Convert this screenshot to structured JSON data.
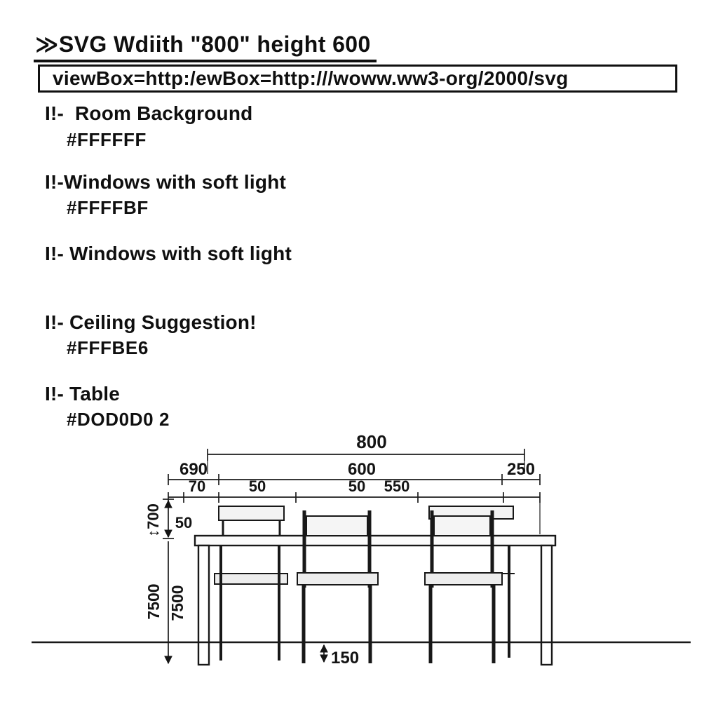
{
  "header": {
    "title": "≫SVG Wdiith \"800\" height 600",
    "viewbox_line": "viewBox=http:/ewBox=http:///woww.ww3-org/2000/svg"
  },
  "comments": [
    {
      "label": "I!-  Room Background",
      "value": "#FFFFFF"
    },
    {
      "label": "I!-Windows with soft light",
      "value": "#FFFFBF"
    },
    {
      "label": "I!- Windows with soft light",
      "value": ""
    },
    {
      "label": "I!- Ceiling Suggestion!",
      "value": "#FFFBE6"
    },
    {
      "label": "I!- Table",
      "value": "#DOD0D0 2"
    }
  ],
  "drawing": {
    "dim_800": "800",
    "dim_690": "690",
    "dim_600": "600",
    "dim_250": "250",
    "dim_70": "70",
    "dim_50a": "50",
    "dim_50b": "50",
    "dim_550": "550",
    "dim_700v": "↕700",
    "dim_50v": "50",
    "dim_7500a": "7500",
    "dim_7500b": "7500",
    "dim_150": "150",
    "colors": {
      "room_background": "#FFFFFF",
      "window_light": "#FFFFBF",
      "ceiling": "#FFFBE6",
      "table": "#D0D0D0",
      "ink": "#141414"
    }
  }
}
